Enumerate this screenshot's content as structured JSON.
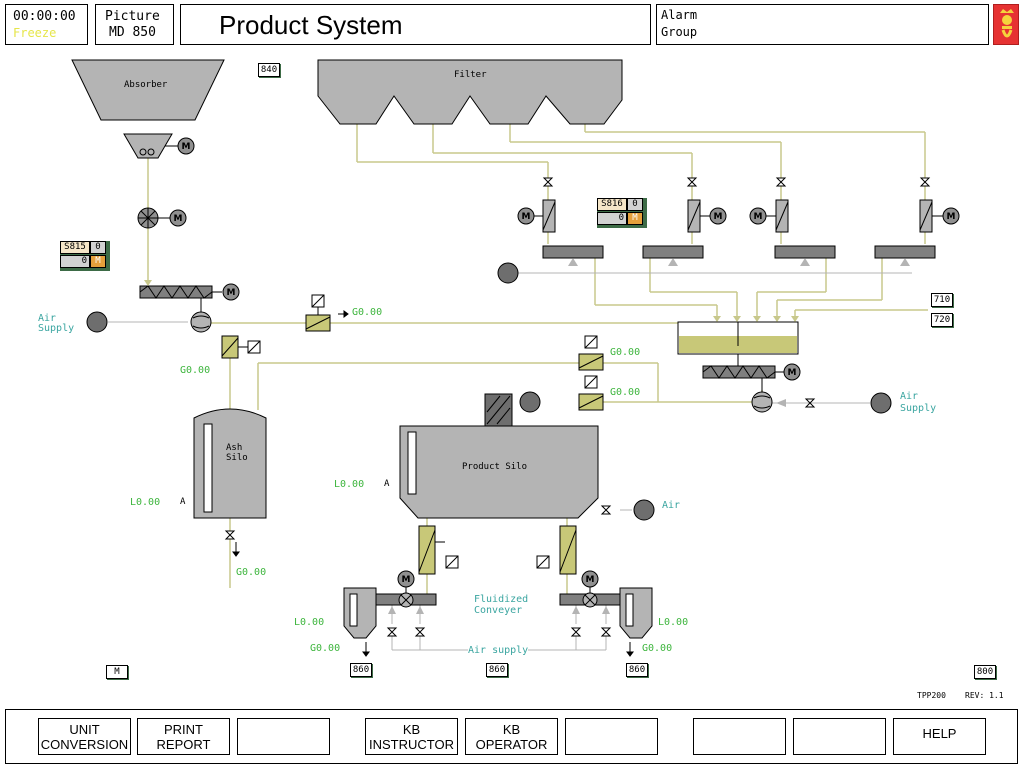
{
  "header": {
    "clock": "00:00:00",
    "freeze": "Freeze",
    "picture_label": "Picture",
    "picture_id": "MD 850",
    "title": "Product System",
    "alarm_line1": "Alarm",
    "alarm_line2": "Group"
  },
  "process": {
    "absorber": "Absorber",
    "filter": "Filter",
    "ash_silo_1": "Ash",
    "ash_silo_2": "Silo",
    "product_silo": "Product Silo",
    "air_supply_left_1": "Air",
    "air_supply_left_2": "Supply",
    "air_supply_right_1": "Air",
    "air_supply_right_2": "Supply",
    "air_right": "Air",
    "fluidized_1": "Fluidized",
    "fluidized_2": "Conveyer",
    "air_supply_bottom": "Air supply",
    "motor_symbol": "M",
    "silo_mode": "A"
  },
  "values": {
    "g_top": "G0.00",
    "g_left": "G0.00",
    "g_mid1": "G0.00",
    "g_mid2": "G0.00",
    "g_ash_out": "G0.00",
    "l_ash": "L0.00",
    "l_product": "L0.00",
    "l_left_bottom": "L0.00",
    "g_left_bottom": "G0.00",
    "l_right_bottom": "L0.00",
    "g_right_bottom": "G0.00"
  },
  "controllers": {
    "s815": {
      "name": "S815",
      "v1": "0",
      "v2": "0",
      "mode": "M"
    },
    "s816": {
      "name": "S816",
      "v1": "0",
      "v2": "0",
      "mode": "M"
    }
  },
  "links": {
    "p840": "840",
    "p710": "710",
    "p720": "720",
    "p860a": "860",
    "p860b": "860",
    "p860c": "860",
    "p800": "800",
    "manual": "M"
  },
  "footer": {
    "picture_code": "TPP200",
    "revision": "REV: 1.1"
  },
  "fkeys": [
    {
      "l1": "UNIT",
      "l2": "CONVERSION"
    },
    {
      "l1": "PRINT",
      "l2": "REPORT"
    },
    {
      "l1": "",
      "l2": ""
    },
    {
      "l1": "KB",
      "l2": "INSTRUCTOR"
    },
    {
      "l1": "KB",
      "l2": "OPERATOR"
    },
    {
      "l1": "",
      "l2": ""
    },
    {
      "l1": "",
      "l2": ""
    },
    {
      "l1": "",
      "l2": ""
    },
    {
      "l1": "HELP",
      "l2": ""
    }
  ],
  "colors": {
    "pipe": "#c8c88c",
    "equipment": "#b4b4b4",
    "active": "#c8c878",
    "text_green": "#3db53d",
    "text_cyan": "#3aa5a0"
  }
}
